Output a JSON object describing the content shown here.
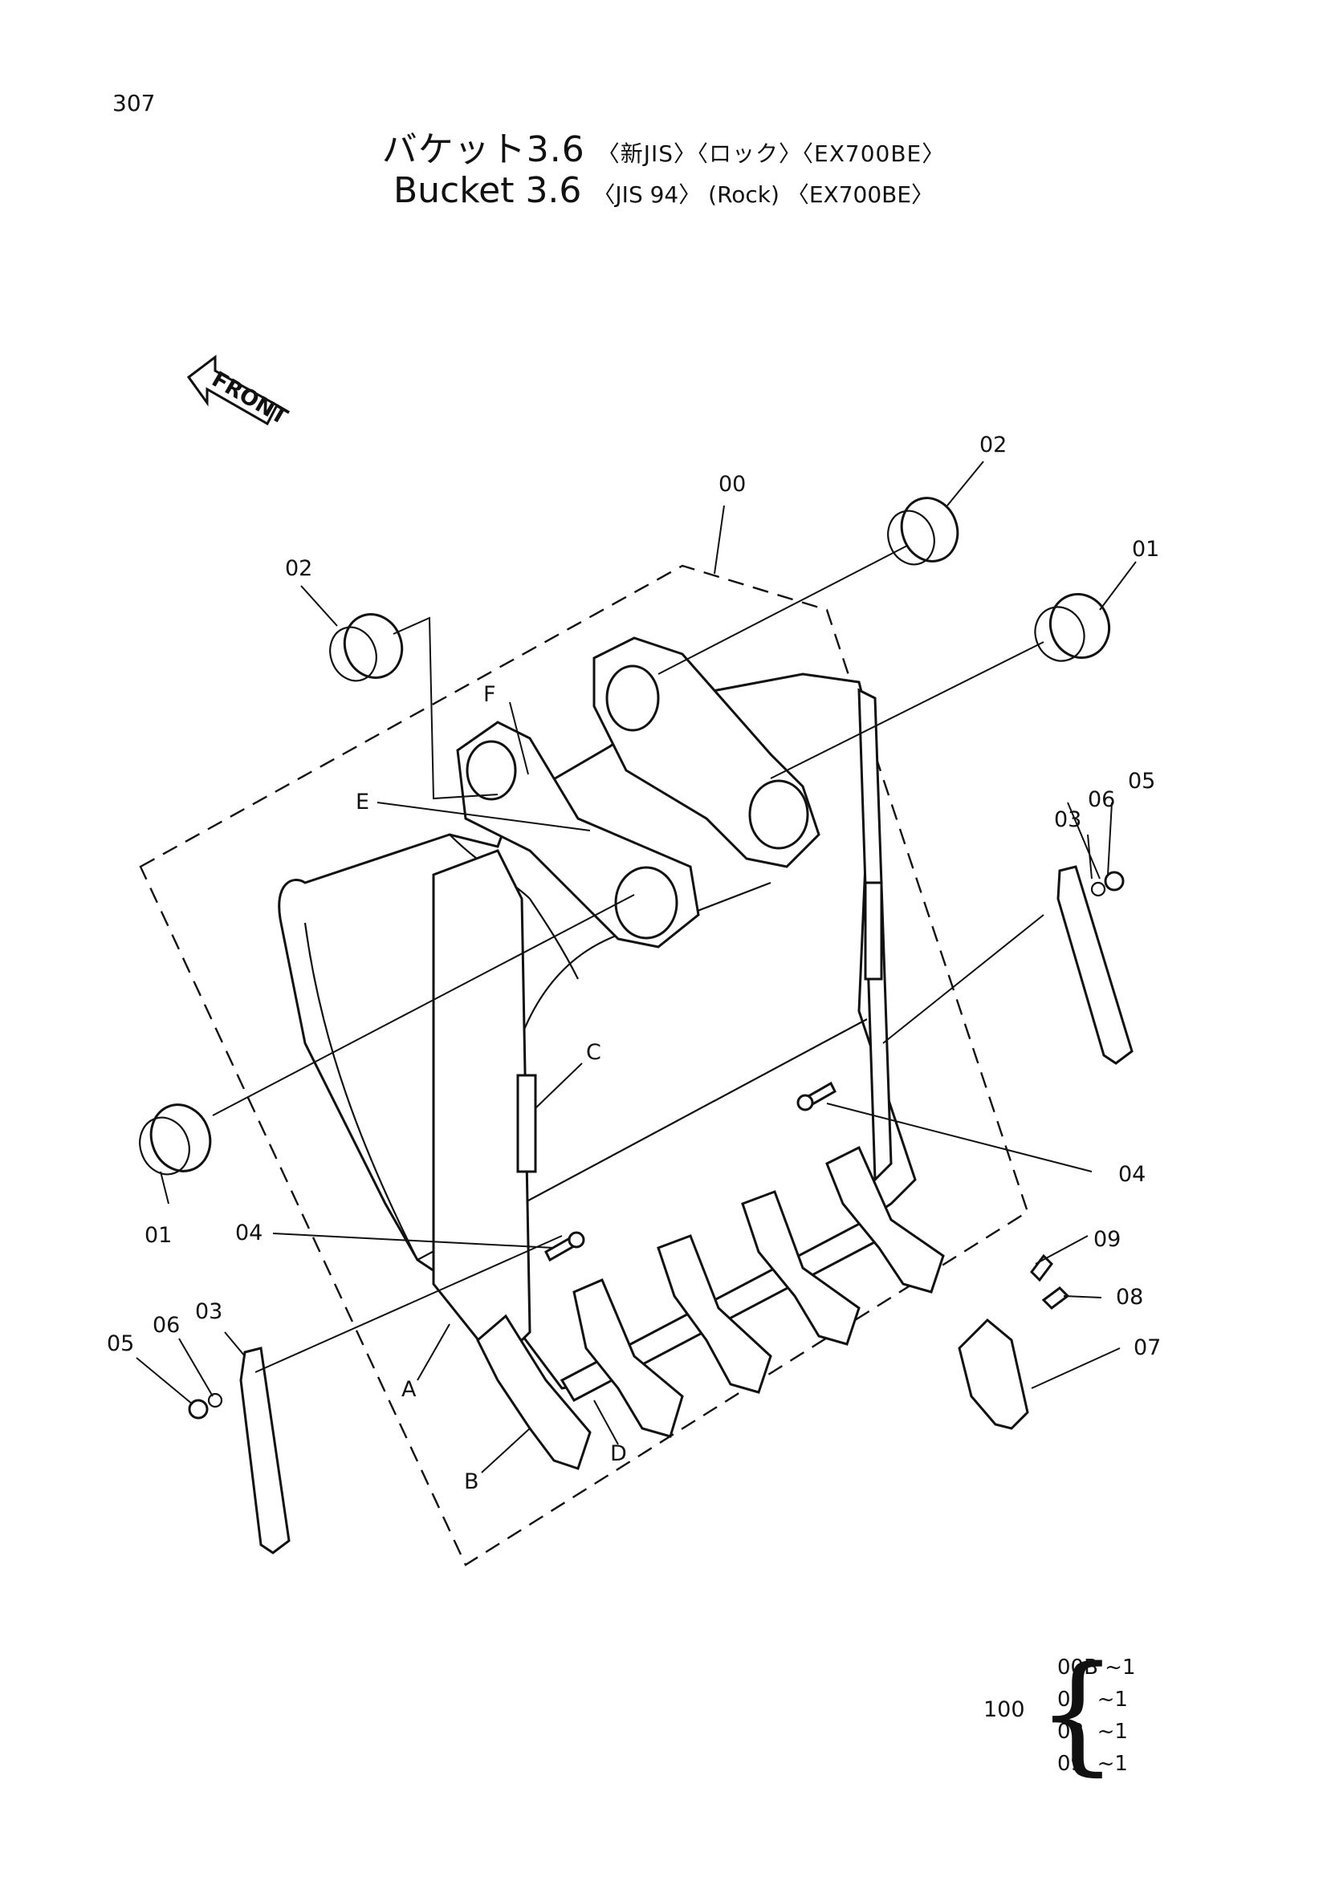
{
  "page": {
    "number": "307"
  },
  "title": {
    "ja_main": "バケット3.6",
    "ja_sub": "〈新JIS〉〈ロック〉〈EX700BE〉",
    "en_main": "Bucket 3.6",
    "en_sub": "〈JIS 94〉 (Rock) 〈EX700BE〉"
  },
  "front_arrow": {
    "label": "FRONT"
  },
  "callouts": {
    "c00": "00",
    "c01_top": "01",
    "c01_left": "01",
    "c02_top": "02",
    "c02_left": "02",
    "c03_right": "03",
    "c03_left": "03",
    "c04_right": "04",
    "c04_left": "04",
    "c05_right": "05",
    "c05_left": "05",
    "c06_right": "06",
    "c06_left": "06",
    "c07": "07",
    "c08": "08",
    "c09": "09",
    "A": "A",
    "B": "B",
    "C": "C",
    "D": "D",
    "E": "E",
    "F": "F"
  },
  "kit": {
    "quantity_label": "100",
    "items": [
      "00B ~1",
      "07  ~1",
      "08  ~1",
      "09  ~1"
    ]
  }
}
